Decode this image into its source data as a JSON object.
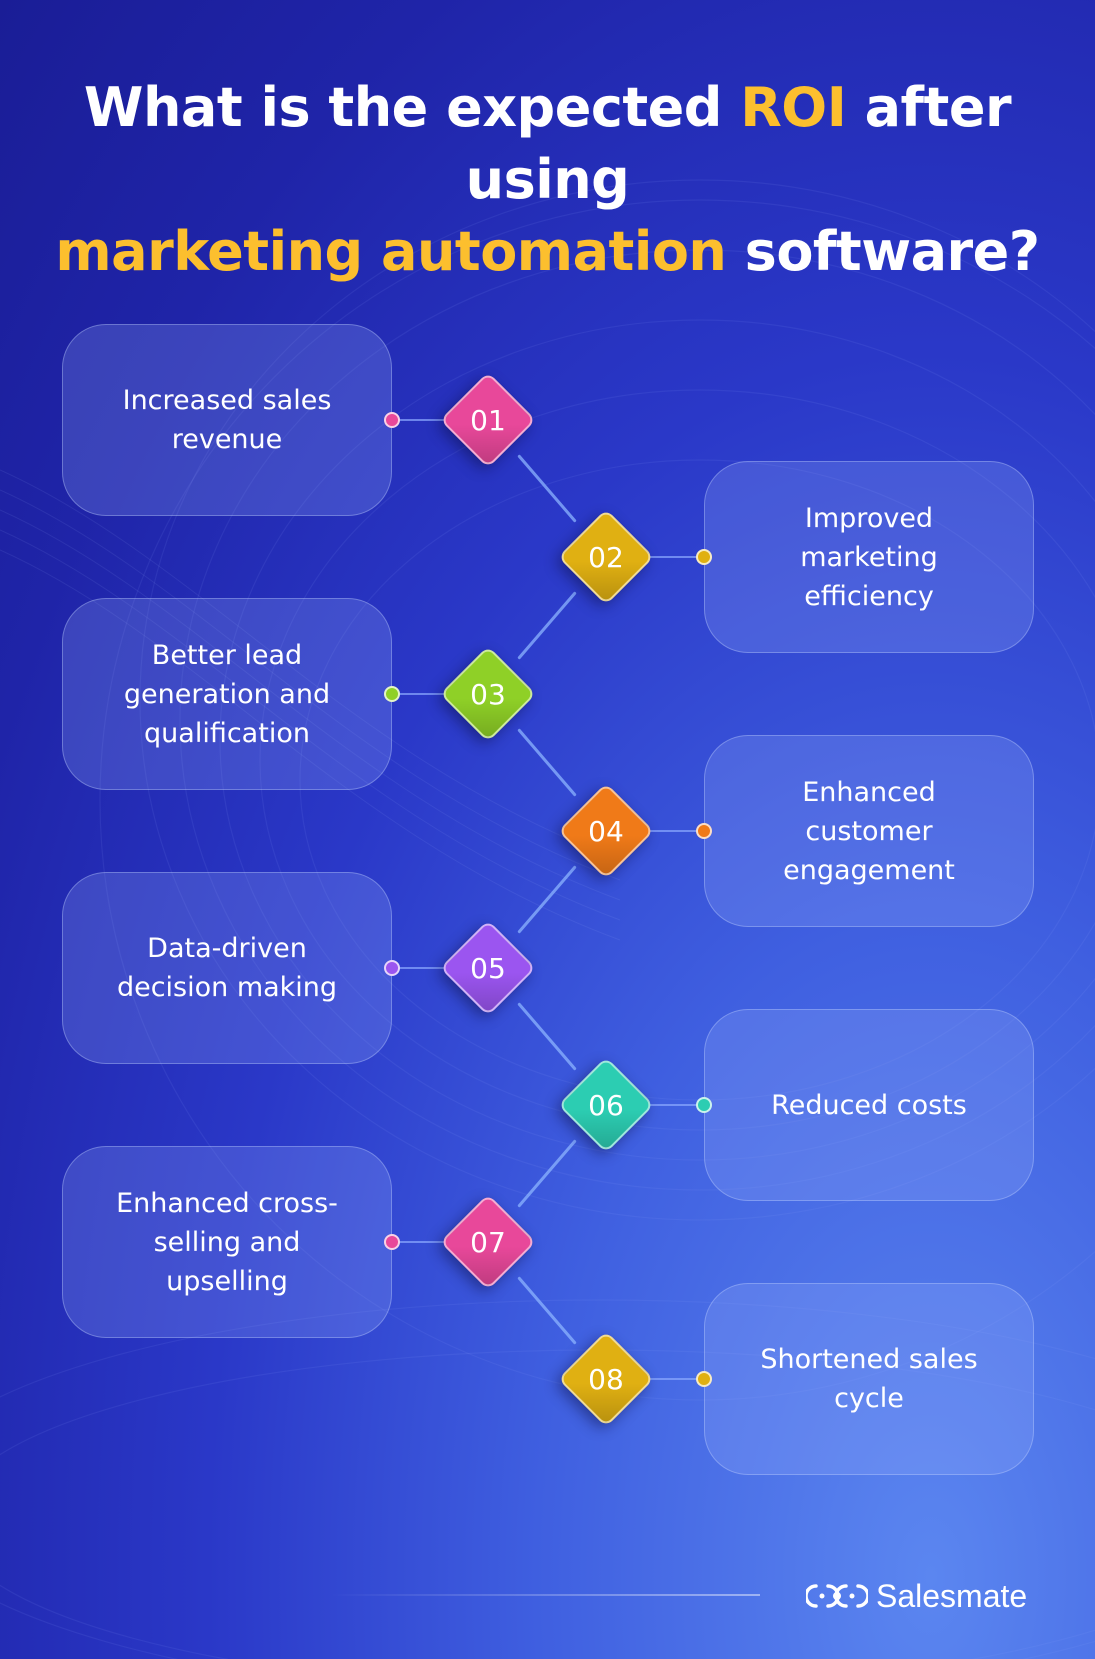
{
  "title": {
    "line1_pre": "What is the expected ",
    "line1_hl": "ROI",
    "line1_post": " after using",
    "line2_hl": "marketing automation",
    "line2_post": " software?"
  },
  "colors": {
    "highlight": "#fcbf2e",
    "step_colors": [
      "#e8489a",
      "#e0b012",
      "#8fd027",
      "#f07a18",
      "#9b55f0",
      "#2ccdb2",
      "#e8489a",
      "#e0b012"
    ]
  },
  "steps": [
    {
      "number": "01",
      "label": "Increased sales revenue",
      "side": "left"
    },
    {
      "number": "02",
      "label": "Improved marketing efficiency",
      "side": "right"
    },
    {
      "number": "03",
      "label": "Better lead generation and qualification",
      "side": "left"
    },
    {
      "number": "04",
      "label": "Enhanced customer engagement",
      "side": "right"
    },
    {
      "number": "05",
      "label": "Data-driven decision making",
      "side": "left"
    },
    {
      "number": "06",
      "label": "Reduced costs",
      "side": "right"
    },
    {
      "number": "07",
      "label": "Enhanced cross-selling and upselling",
      "side": "left"
    },
    {
      "number": "08",
      "label": "Shortened sales cycle",
      "side": "right"
    }
  ],
  "brand": {
    "name": "Salesmate",
    "logo_icon": "salesmate-logo-icon"
  }
}
